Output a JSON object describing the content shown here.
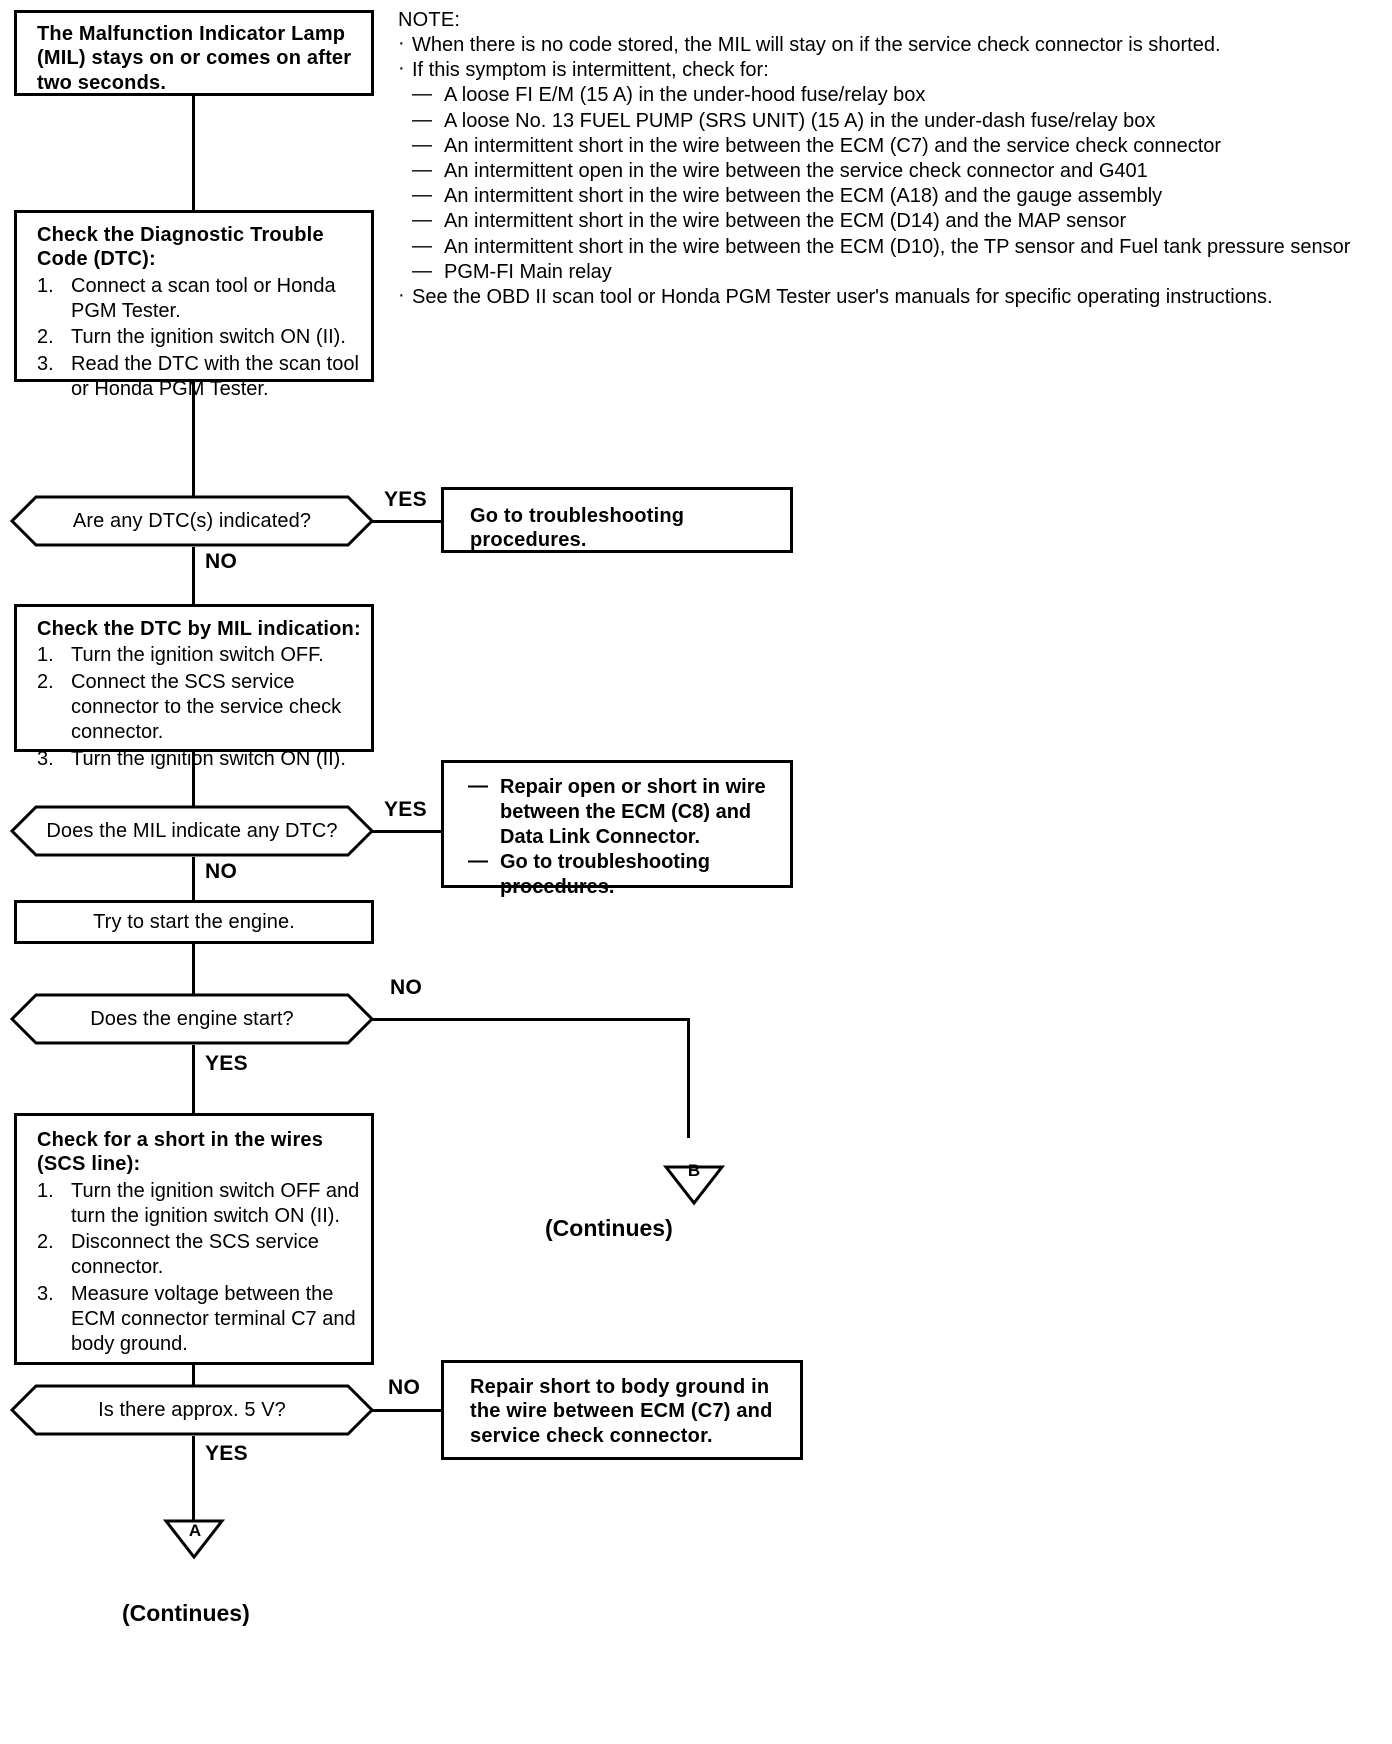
{
  "note": {
    "title": "NOTE:",
    "bullets": [
      "When there is no code stored, the MIL will stay on if the service check connector is shorted.",
      "If this symptom is intermittent, check for:"
    ],
    "sub_items": [
      "A loose FI E/M (15 A) in the under-hood fuse/relay box",
      "A loose No. 13 FUEL PUMP (SRS UNIT) (15 A) in the under-dash fuse/relay box",
      "An intermittent short in the wire between the ECM (C7) and the service check connector",
      "An intermittent open in the wire between the service check connector and G401",
      "An intermittent short in the wire between the ECM (A18) and the gauge assembly",
      "An intermittent short in the wire between the ECM (D14) and the MAP sensor",
      "An intermittent short in the wire between the ECM (D10), the TP sensor and Fuel tank pressure sensor",
      "PGM-FI Main relay"
    ],
    "last_bullet": "See the OBD II scan tool or Honda PGM Tester user's manuals for specific operating instructions."
  },
  "symptom_box": {
    "text": "The Malfunction Indicator Lamp (MIL) stays on or comes on after two seconds."
  },
  "check_dtc_box": {
    "heading_line1": "Check the Diagnostic Trouble",
    "heading_line2": "Code (DTC):",
    "steps": [
      {
        "num": "1.",
        "text": "Connect a scan tool or Honda PGM Tester."
      },
      {
        "num": "2.",
        "text": "Turn the ignition switch ON (II)."
      },
      {
        "num": "3.",
        "text": "Read the DTC with the scan tool or Honda PGM Tester."
      }
    ]
  },
  "decision_dtc": {
    "question": "Are any DTC(s) indicated?",
    "yes_label": "YES",
    "no_label": "NO"
  },
  "goto_ts_box": {
    "text": "Go to troubleshooting procedures."
  },
  "check_mil_box": {
    "heading": "Check the DTC by MIL indication:",
    "steps": [
      {
        "num": "1.",
        "text": "Turn the ignition switch OFF."
      },
      {
        "num": "2.",
        "text": "Connect the SCS service connector to the service check connector."
      },
      {
        "num": "3.",
        "text": "Turn the ignition switch ON (II)."
      }
    ]
  },
  "decision_mil": {
    "question": "Does the MIL indicate any DTC?",
    "yes_label": "YES",
    "no_label": "NO"
  },
  "repair_dlc_box": {
    "items": [
      "Repair open or short in wire between the ECM (C8) and Data Link Connector.",
      "Go to troubleshooting procedures."
    ]
  },
  "try_start_box": {
    "text": "Try to start the engine."
  },
  "decision_start": {
    "question": "Does the engine start?",
    "no_label": "NO",
    "yes_label": "YES"
  },
  "connector_b": {
    "label": "B",
    "continues": "(Continues)"
  },
  "check_scs_box": {
    "heading_line1": "Check for a short in the wires",
    "heading_line2": "(SCS line):",
    "steps": [
      {
        "num": "1.",
        "text": "Turn the ignition switch OFF and turn the ignition switch ON (II)."
      },
      {
        "num": "2.",
        "text": "Disconnect the SCS service connector."
      },
      {
        "num": "3.",
        "text": "Measure voltage between the ECM connector terminal C7 and body ground."
      }
    ]
  },
  "decision_5v": {
    "question": "Is there approx. 5 V?",
    "no_label": "NO",
    "yes_label": "YES"
  },
  "repair_ground_box": {
    "text": "Repair short to body ground in the wire between ECM (C7) and service check connector."
  },
  "connector_a": {
    "label": "A",
    "continues": "(Continues)"
  },
  "colors": {
    "ink": "#000000",
    "paper": "#ffffff"
  }
}
